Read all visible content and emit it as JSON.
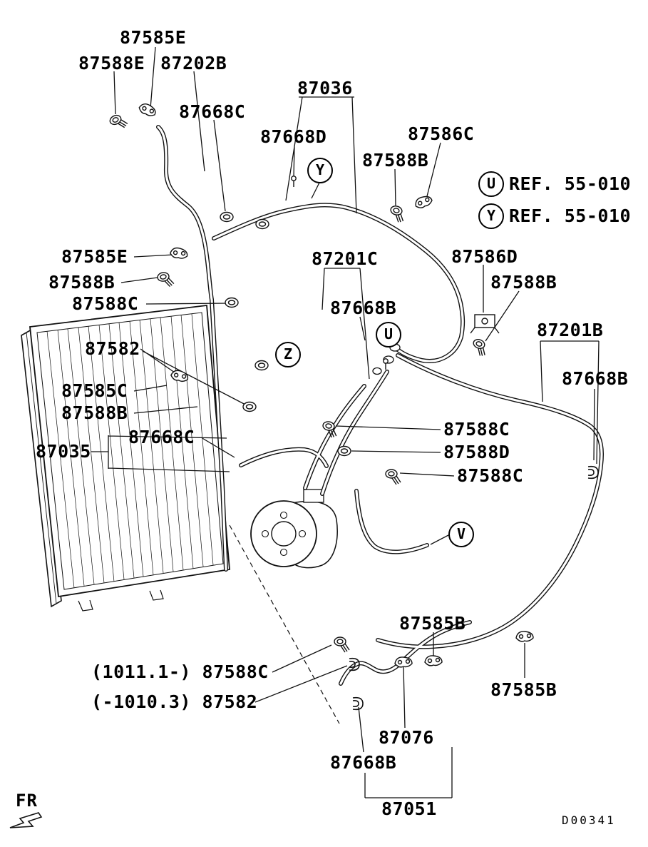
{
  "page": {
    "code": "D00341",
    "fr": "FR"
  },
  "legend": [
    {
      "letter": "U",
      "text": "REF. 55-010"
    },
    {
      "letter": "Y",
      "text": "REF. 55-010"
    }
  ],
  "callouts": {
    "y": "Y",
    "z": "Z",
    "u": "U",
    "v": "V"
  },
  "labels": [
    "87585E",
    "87588E",
    "87202B",
    "87668C",
    "87036",
    "87668D",
    "87586C",
    "87588B",
    "87585E",
    "87588B",
    "87588C",
    "87201C",
    "87668B",
    "87586D",
    "87588B",
    "87201B",
    "87582",
    "87668B",
    "87585C",
    "87588B",
    "87668C",
    "87035",
    "87588C",
    "87588D",
    "87588C",
    "87585B",
    "87585B",
    "(1011.1-) 87588C",
    "(-1010.3) 87582",
    "87076",
    "87668B",
    "87051"
  ]
}
